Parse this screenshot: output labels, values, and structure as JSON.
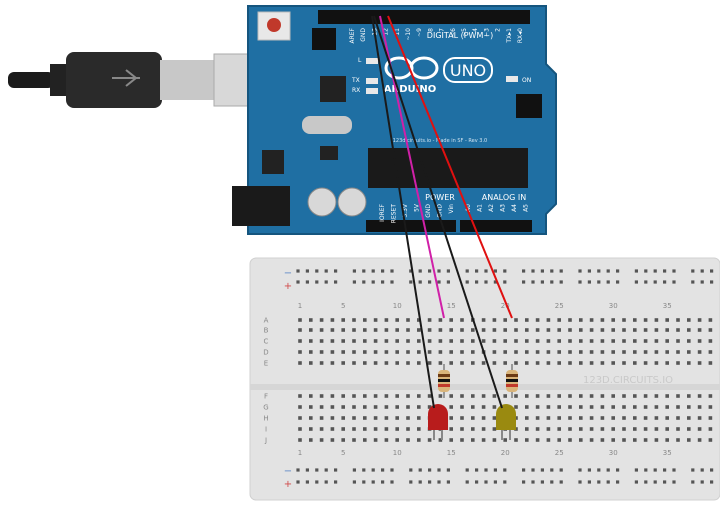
{
  "arduino": {
    "brand": "ARDUINO",
    "model": "UNO",
    "credit": "123d.circuits.io - Made in SF - Rev 3.0",
    "digital_label": "DIGITAL (PWM~)",
    "power_label": "POWER",
    "analog_label": "ANALOG IN",
    "led_labels": [
      "L",
      "TX",
      "RX",
      "ON"
    ],
    "top_pins": [
      "AREF",
      "GND",
      "13",
      "12",
      "~11",
      "~10",
      "~9",
      "8",
      "7",
      "~6",
      "~5",
      "4",
      "~3",
      "2",
      "TX▸1",
      "RX◂0"
    ],
    "power_pins": [
      "IOREF",
      "RESET",
      "3.3V",
      "5V",
      "GND",
      "GND",
      "Vin"
    ],
    "analog_pins": [
      "A0",
      "A1",
      "A2",
      "A3",
      "A4",
      "A5"
    ]
  },
  "breadboard": {
    "watermark": "123D.CIRCUITS.IO",
    "rows_top": [
      "A",
      "B",
      "C",
      "D",
      "E"
    ],
    "rows_bottom": [
      "F",
      "G",
      "H",
      "I",
      "J"
    ],
    "col_numbers": [
      "1",
      "5",
      "10",
      "15",
      "20",
      "25",
      "30",
      "35"
    ],
    "rail_minus": "−",
    "rail_plus": "+"
  },
  "components": {
    "led1_color": "#b81c1c",
    "led2_color": "#9a8a10",
    "wire_colors": [
      "#1a1a1a",
      "#d020a8",
      "#1a1a1a",
      "#e01010"
    ]
  }
}
